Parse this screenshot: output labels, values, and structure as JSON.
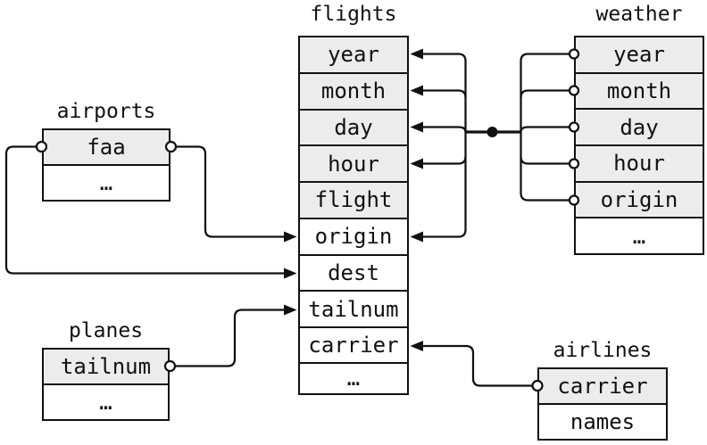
{
  "colors": {
    "background": "#ffffff",
    "key_row_fill": "#ececec",
    "row_fill": "#ffffff",
    "border": "#111111",
    "line": "#111111"
  },
  "tables": {
    "flights": {
      "title": "flights",
      "columns": [
        {
          "label": "year",
          "key": true
        },
        {
          "label": "month",
          "key": true
        },
        {
          "label": "day",
          "key": true
        },
        {
          "label": "hour",
          "key": true
        },
        {
          "label": "flight",
          "key": true
        },
        {
          "label": "origin",
          "key": false
        },
        {
          "label": "dest",
          "key": false
        },
        {
          "label": "tailnum",
          "key": false
        },
        {
          "label": "carrier",
          "key": false
        },
        {
          "label": "…",
          "key": false
        }
      ]
    },
    "weather": {
      "title": "weather",
      "columns": [
        {
          "label": "year",
          "key": true
        },
        {
          "label": "month",
          "key": true
        },
        {
          "label": "day",
          "key": true
        },
        {
          "label": "hour",
          "key": true
        },
        {
          "label": "origin",
          "key": true
        },
        {
          "label": "…",
          "key": false
        }
      ]
    },
    "airports": {
      "title": "airports",
      "columns": [
        {
          "label": "faa",
          "key": true
        },
        {
          "label": "…",
          "key": false
        }
      ]
    },
    "planes": {
      "title": "planes",
      "columns": [
        {
          "label": "tailnum",
          "key": true
        },
        {
          "label": "…",
          "key": false
        }
      ]
    },
    "airlines": {
      "title": "airlines",
      "columns": [
        {
          "label": "carrier",
          "key": true
        },
        {
          "label": "names",
          "key": false
        }
      ]
    }
  },
  "relationships": [
    {
      "from": "weather.year",
      "to": "flights.year"
    },
    {
      "from": "weather.month",
      "to": "flights.month"
    },
    {
      "from": "weather.day",
      "to": "flights.day"
    },
    {
      "from": "weather.hour",
      "to": "flights.hour"
    },
    {
      "from": "weather.origin",
      "to": "flights.origin"
    },
    {
      "from": "airports.faa",
      "to": "flights.origin"
    },
    {
      "from": "airports.faa",
      "to": "flights.dest"
    },
    {
      "from": "planes.tailnum",
      "to": "flights.tailnum"
    },
    {
      "from": "airlines.carrier",
      "to": "flights.carrier"
    }
  ]
}
